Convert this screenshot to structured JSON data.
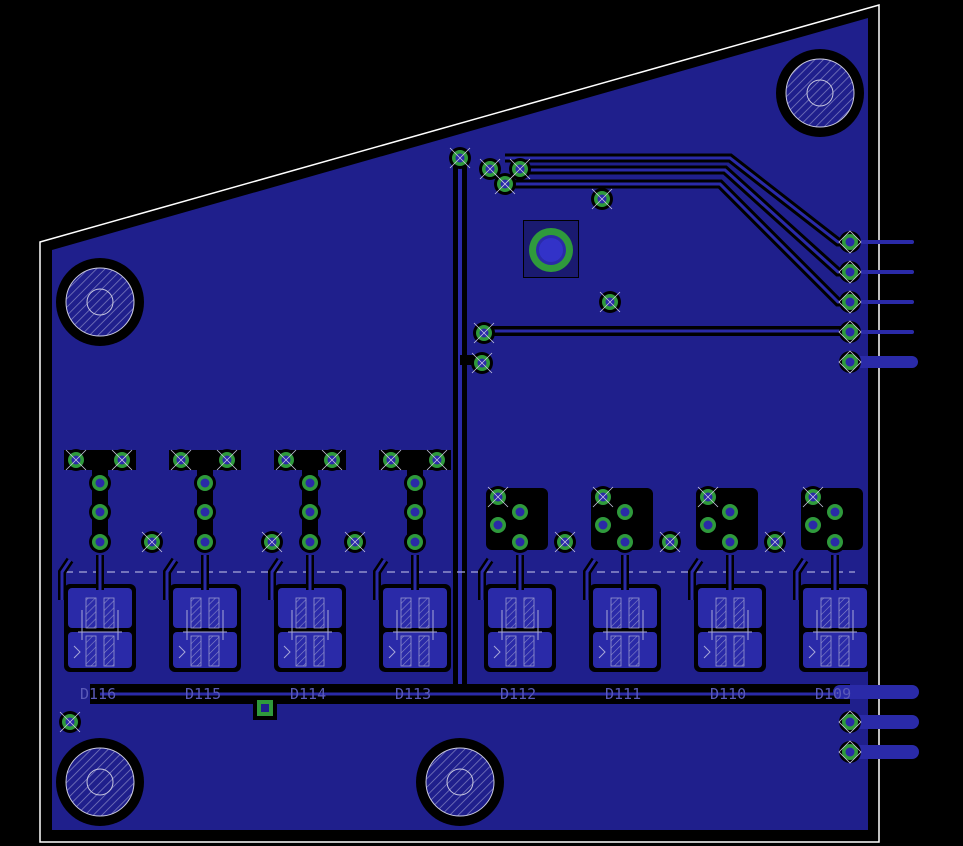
{
  "view": "pcb-layout-bottom-copper",
  "colors": {
    "background": "#000000",
    "copper_fill": "#1f1f8c",
    "trace": "#2a2aa8",
    "outline": "#ffffff",
    "via_ring": "#2f9a3c",
    "pad_hatch": "#8080c0",
    "label": "#5a5ab8",
    "silk_dash": "#a8a8d8"
  },
  "components": [
    {
      "ref": "D116"
    },
    {
      "ref": "D115"
    },
    {
      "ref": "D114"
    },
    {
      "ref": "D113"
    },
    {
      "ref": "D112"
    },
    {
      "ref": "D111"
    },
    {
      "ref": "D110"
    },
    {
      "ref": "D109"
    }
  ],
  "mounting_holes": [
    {
      "name": "mount-hole-top-right"
    },
    {
      "name": "mount-hole-left"
    },
    {
      "name": "mount-hole-bottom-left"
    },
    {
      "name": "mount-hole-bottom-center"
    }
  ],
  "connectors": {
    "upper_header_pins": 5,
    "lower_header_pins": 3
  },
  "icons": {
    "via": "via-icon",
    "mount": "mount-hole-icon",
    "pad": "pad-icon"
  }
}
